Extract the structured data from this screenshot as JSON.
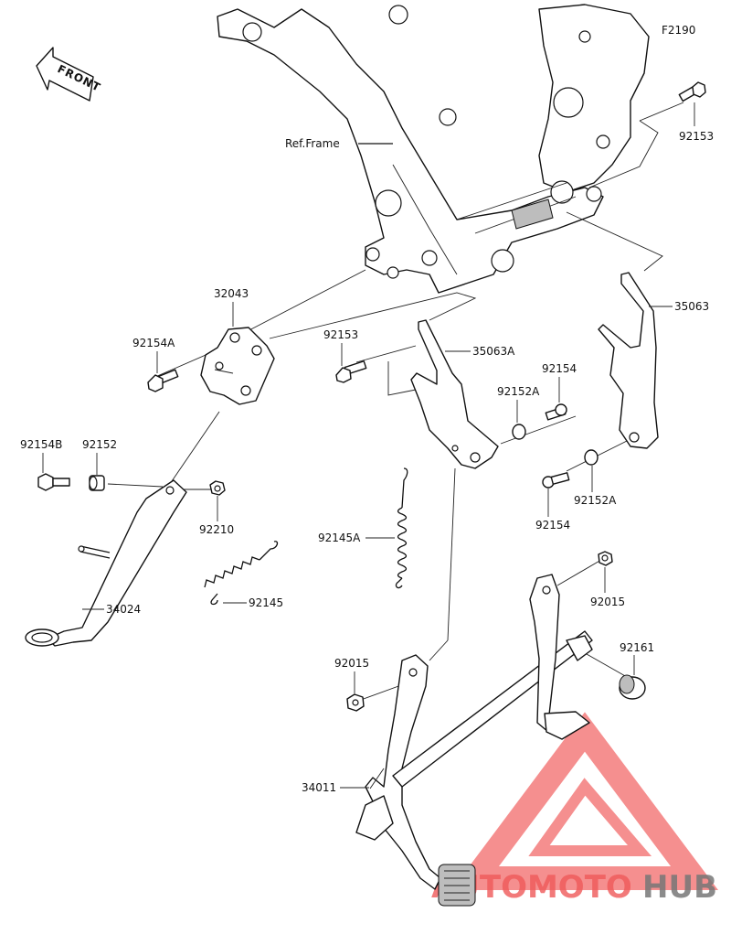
{
  "diagram_code": "F2190",
  "front_label": "FRONT",
  "ref_frame_label": "Ref.Frame",
  "watermark": {
    "brand_left": "AUTOMOTO",
    "brand_right": "HUB",
    "color_left": "#ef5a5a",
    "color_right": "#777777"
  },
  "parts": {
    "p92153_top": "92153",
    "p35063": "35063",
    "p32043": "32043",
    "p92154A": "92154A",
    "p92153_mid": "92153",
    "p35063A": "35063A",
    "p92154_top": "92154",
    "p92152A_top": "92152A",
    "p92154B": "92154B",
    "p92152": "92152",
    "p92210": "92210",
    "p92152A_bot": "92152A",
    "p92154_bot": "92154",
    "p92145A": "92145A",
    "p92145": "92145",
    "p34024": "34024",
    "p92015_right": "92015",
    "p92161": "92161",
    "p92015_left": "92015",
    "p34011": "34011"
  }
}
